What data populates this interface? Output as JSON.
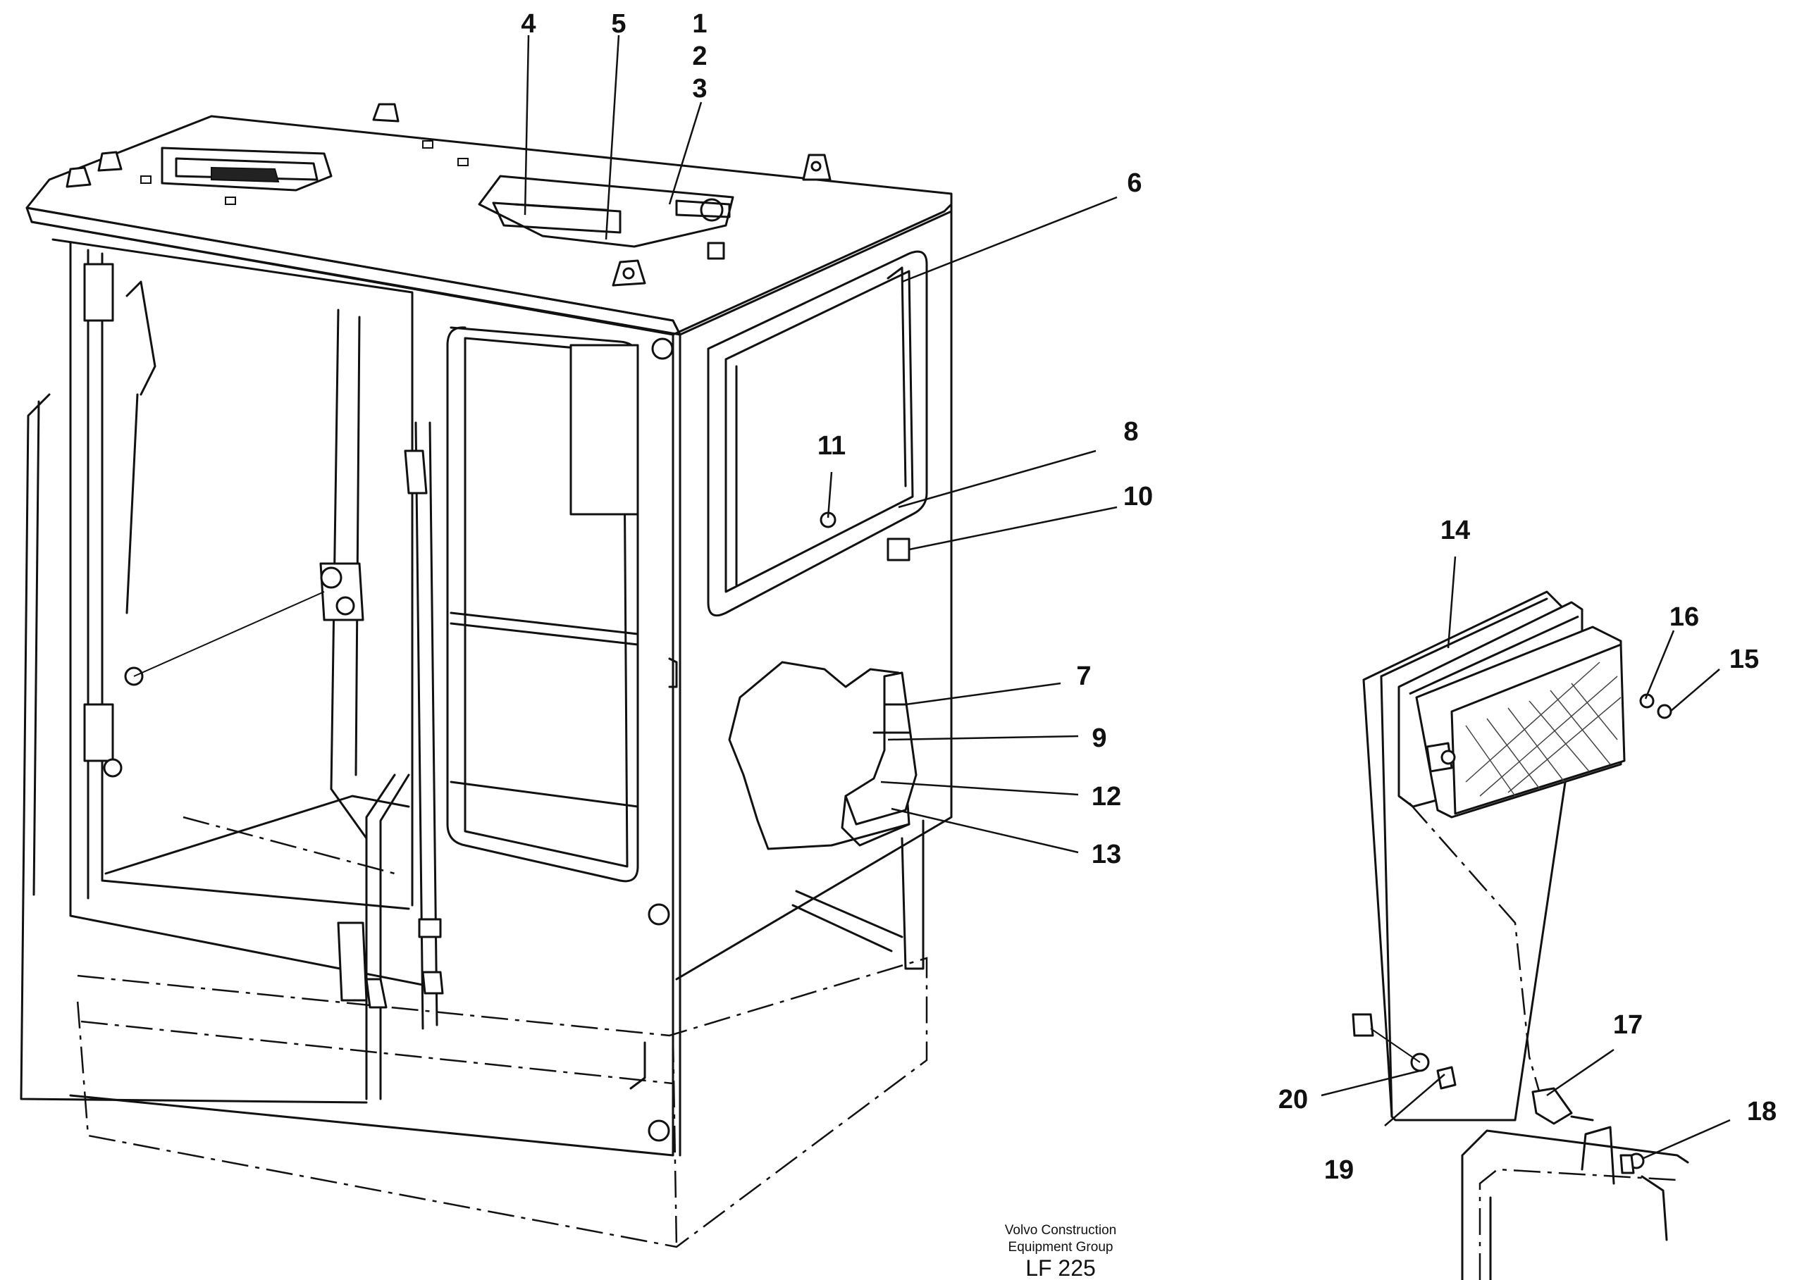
{
  "callouts": [
    {
      "id": "1",
      "label": "1"
    },
    {
      "id": "2",
      "label": "2"
    },
    {
      "id": "3",
      "label": "3"
    },
    {
      "id": "4",
      "label": "4"
    },
    {
      "id": "5",
      "label": "5"
    },
    {
      "id": "6",
      "label": "6"
    },
    {
      "id": "7",
      "label": "7"
    },
    {
      "id": "8",
      "label": "8"
    },
    {
      "id": "9",
      "label": "9"
    },
    {
      "id": "10",
      "label": "10"
    },
    {
      "id": "11",
      "label": "11"
    },
    {
      "id": "12",
      "label": "12"
    },
    {
      "id": "13",
      "label": "13"
    },
    {
      "id": "14",
      "label": "14"
    },
    {
      "id": "15",
      "label": "15"
    },
    {
      "id": "16",
      "label": "16"
    },
    {
      "id": "17",
      "label": "17"
    },
    {
      "id": "18",
      "label": "18"
    },
    {
      "id": "19",
      "label": "19"
    },
    {
      "id": "20",
      "label": "20"
    }
  ],
  "footer": {
    "company_line1": "Volvo Construction",
    "company_line2": "Equipment Group",
    "drawing_code": "LF 225"
  }
}
